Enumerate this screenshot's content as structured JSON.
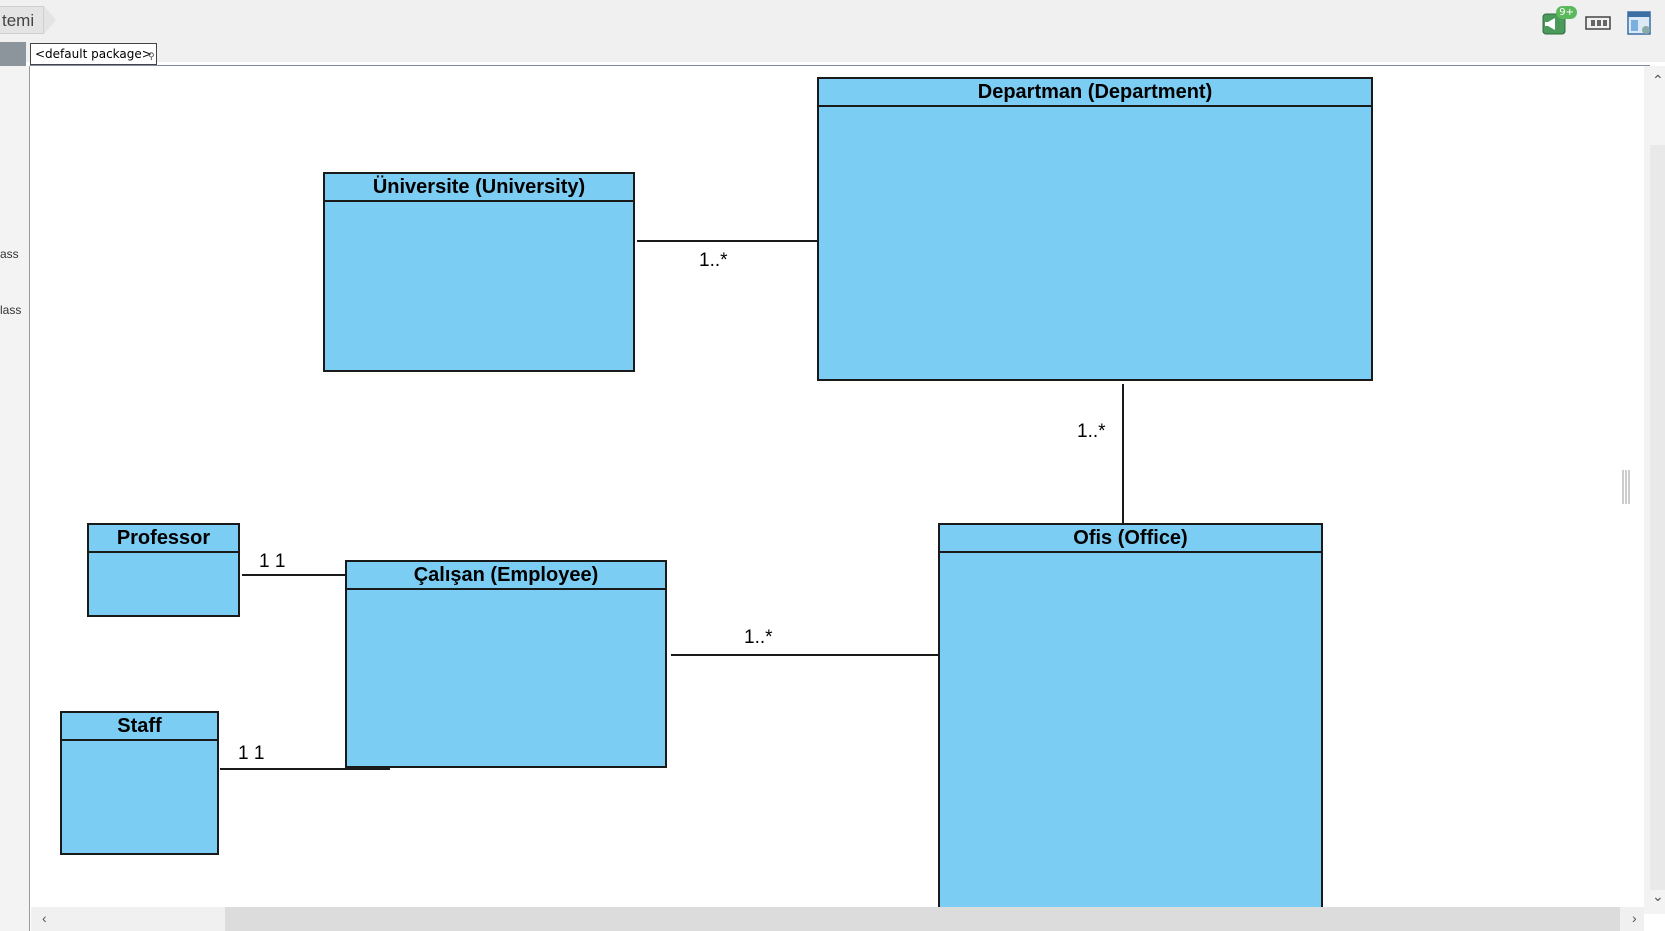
{
  "window": {
    "breadcrumb": "temi",
    "package_label": "<default package>"
  },
  "left_panel": {
    "items": [
      "ass",
      "lass"
    ]
  },
  "top_icons": [
    "notification-icon",
    "fit-view-icon",
    "layout-icon"
  ],
  "notification_badge": "9+",
  "diagram": {
    "classes": {
      "university": "Üniversite (University)",
      "department": "Departman (Department)",
      "office": "Ofis (Office)",
      "employee": "Çalışan (Employee)",
      "professor": "Professor",
      "staff": "Staff"
    },
    "associations": {
      "university_department": "1..*",
      "department_office": "1..*",
      "employee_office": "1..*",
      "professor_employee": "1 1",
      "staff_employee": "1 1"
    }
  },
  "colors": {
    "class_fill": "#7ccdf3",
    "class_border": "#1a1a1a",
    "canvas": "#ffffff"
  }
}
